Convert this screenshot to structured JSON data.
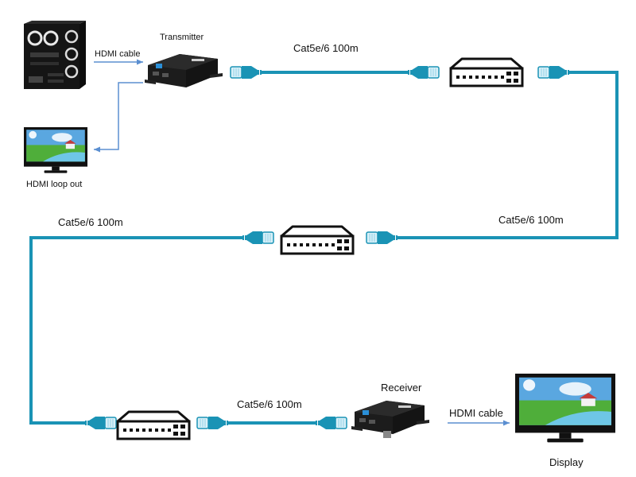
{
  "colors": {
    "cable": "#1a93b5",
    "cable_light": "#8fd0e6",
    "hdmi_arrow": "#5b8fd1",
    "switch_stroke": "#111111",
    "device_body": "#1c1c1c",
    "device_accent": "#2a8fd8"
  },
  "devices": {
    "source": {
      "label": "",
      "icon": "pc-tower-icon"
    },
    "transmitter": {
      "label": "Transmitter",
      "icon": "hdmi-extender-transmitter-icon"
    },
    "loop_display": {
      "label": "HDMI loop out",
      "icon": "monitor-icon"
    },
    "receiver": {
      "label": "Receiver",
      "icon": "hdmi-extender-receiver-icon"
    },
    "display": {
      "label": "Display",
      "icon": "monitor-icon"
    },
    "switches": [
      {
        "icon": "network-switch-icon"
      },
      {
        "icon": "network-switch-icon"
      },
      {
        "icon": "network-switch-icon"
      }
    ]
  },
  "connections": {
    "source_to_tx": "HDMI cable",
    "rx_to_display": "HDMI cable",
    "segments": [
      "Cat5e/6 100m",
      "Cat5e/6 100m",
      "Cat5e/6 100m",
      "Cat5e/6 100m"
    ]
  }
}
